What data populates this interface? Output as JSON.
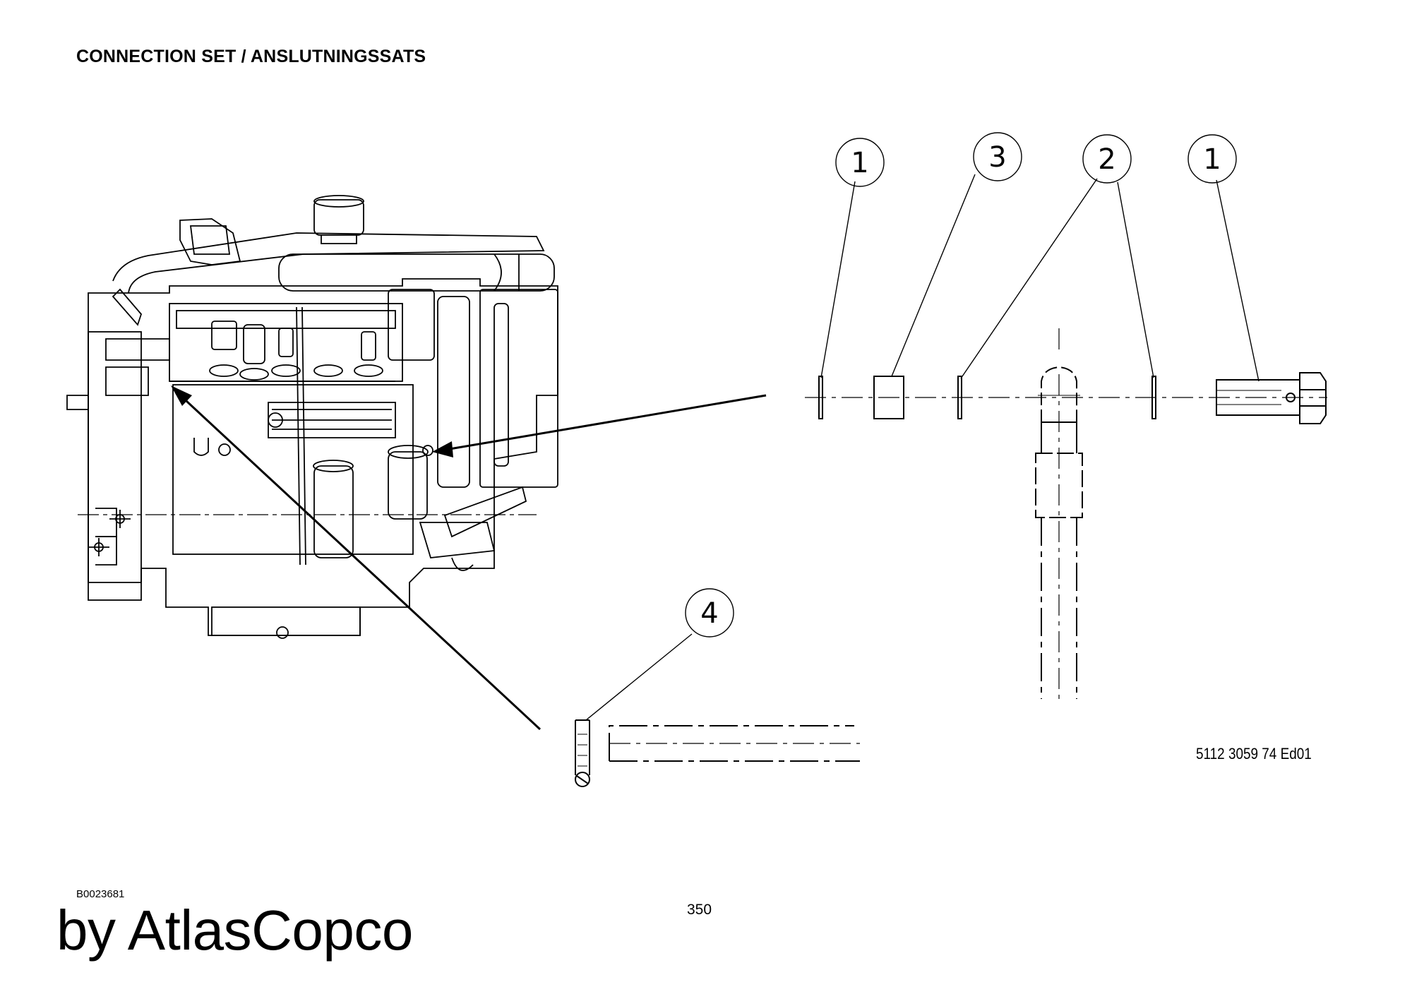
{
  "page": {
    "title": "CONNECTION SET / ANSLUTNINGSSATS",
    "doc_code": "5112 3059 74 Ed01",
    "image_id": "B0023681",
    "page_number": "350",
    "brand": "by AtlasCopco"
  },
  "callouts": [
    {
      "id": "callout-1",
      "label": "1"
    },
    {
      "id": "callout-2a",
      "label": "2"
    },
    {
      "id": "callout-2b",
      "label": "2"
    },
    {
      "id": "callout-3",
      "label": "3"
    },
    {
      "id": "callout-4",
      "label": "4"
    }
  ]
}
